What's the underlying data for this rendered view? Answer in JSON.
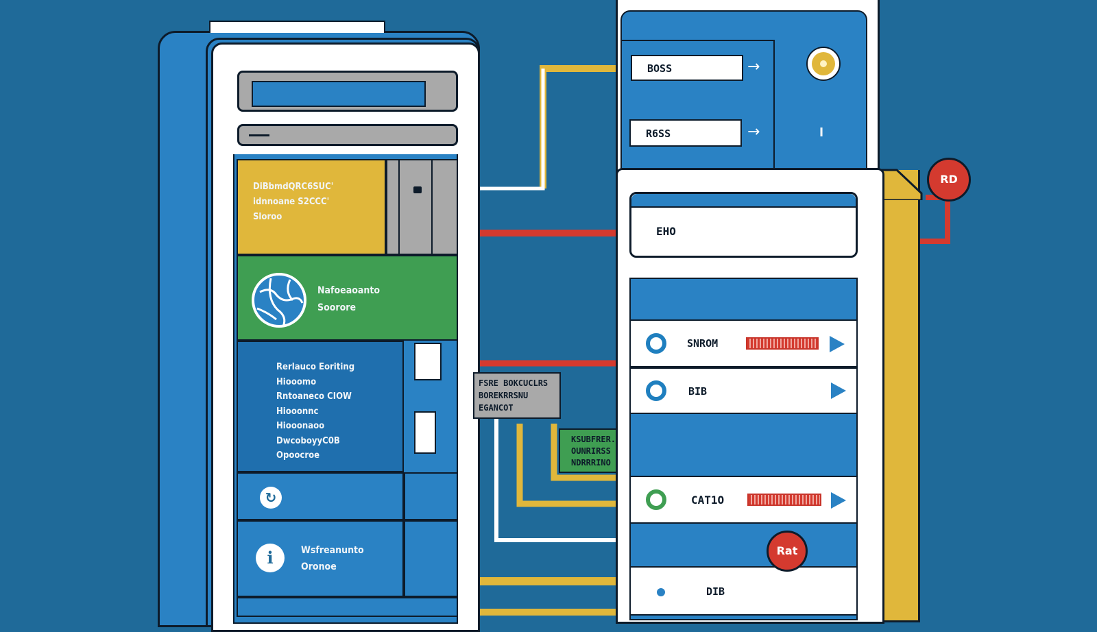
{
  "colors": {
    "background": "#1f6a99",
    "panel_blue": "#2a82c4",
    "panel_white": "#ffffff",
    "yellow": "#e0b73b",
    "green": "#3f9e52",
    "red": "#d43a2f",
    "gray": "#a9a9a9",
    "outline": "#0d1b2a"
  },
  "left_tower": {
    "yellow_block": {
      "text": "DiBbmdQRC6SUC'\nidnnoane S2CCC'\nSloroo"
    },
    "green_block": {
      "icon": "globe-icon",
      "text": "Nafoeaoanto\nSoorore"
    },
    "blue_list": {
      "text": "Rerlauco Eoriting\nHiooomo\nRntoaneco CIOW\nHiooonnc\nHiooonaoo\nDwcoboyyC0B\nOpoocroe"
    },
    "icon_row_1": {
      "icon": "sync-icon"
    },
    "icon_row_2": {
      "icon": "info-icon",
      "text": "Wsfreanunto\nOronoe"
    }
  },
  "connector_labels": {
    "gray_box": "FSRE BOKCUCLRS\nBOREKRRSNU\nEGANCOT",
    "green_box": "KSUBFRER.\nOUNRIRSS\nNDRRRINO"
  },
  "right_top": {
    "field_1": "BOSS",
    "field_2": "R6SS",
    "indicator": "sun-icon",
    "mark": "I"
  },
  "right_mid": {
    "display_label": "EHO"
  },
  "right_rows": [
    {
      "label": "SNROM",
      "status": "ring-blue",
      "has_bar": true
    },
    {
      "label": "BIB",
      "status": "ring-blue",
      "has_bar": false
    },
    {
      "label": "CAT1O",
      "status": "ring-green",
      "has_bar": true
    },
    {
      "label": "DIB",
      "status": "dot-blue",
      "has_bar": false
    }
  ],
  "badges": {
    "top": "RD",
    "bottom": "Rat"
  }
}
